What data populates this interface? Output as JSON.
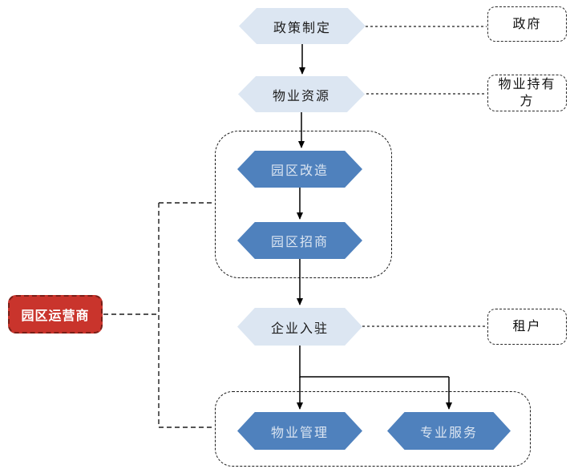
{
  "flow": {
    "policy": "政策制定",
    "resource": "物业资源",
    "renovate": "园区改造",
    "invest": "园区招商",
    "enter": "企业入驻",
    "mgmt": "物业管理",
    "service": "专业服务"
  },
  "actors": {
    "government": "政府",
    "holder": "物业持有方",
    "tenant": "租户",
    "operator": "园区运营商"
  },
  "colors": {
    "node_light": "#dce6f2",
    "node_dark": "#4f81bd",
    "node_dark_text": "#dbe5f1",
    "operator_fill": "#c9342c",
    "operator_border": "#7a1f18",
    "line": "#000000"
  }
}
